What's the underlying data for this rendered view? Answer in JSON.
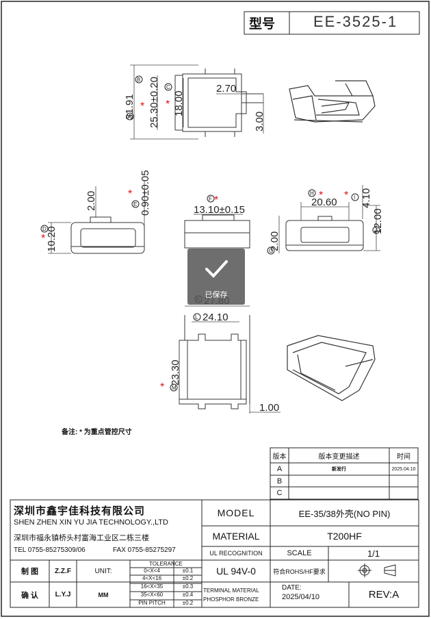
{
  "header": {
    "model_label": "型号",
    "model_value": "EE-3525-1"
  },
  "dims": {
    "d_31_91": "31.91",
    "d_25_30": "25.30±0.20",
    "d_18_00": "18.00",
    "d_2_70": "2.70",
    "d_3_00": "3.00",
    "d_2_00_left": "2.00",
    "d_0_90": "0.90±0.05",
    "d_10_20": "10.20",
    "d_13_10": "13.10±0.15",
    "d_20_60": "20.60",
    "d_4_10": "4.10",
    "d_12_00": "12.00",
    "d_2_00_right": "2.00",
    "d_27_80": "27.80",
    "d_24_10": "24.10",
    "d_23_30": "23.30",
    "d_1_00": "1.00"
  },
  "markers": {
    "a": "A",
    "b": "B",
    "c": "C",
    "d": "D",
    "e": "E",
    "f": "F",
    "g": "G",
    "h": "H",
    "i": "I",
    "j": "J",
    "k": "K",
    "l": "L",
    "m": "M",
    "star": "*"
  },
  "note": "备注: * 为重点管控尺寸",
  "saved_overlay": {
    "label": "已保存"
  },
  "revision": {
    "headers": [
      "版本",
      "版本变更描述",
      "时间"
    ],
    "rows": [
      {
        "ver": "A",
        "desc": "新发行",
        "date": "2025.04.10"
      },
      {
        "ver": "B",
        "desc": "",
        "date": ""
      },
      {
        "ver": "C",
        "desc": "",
        "date": ""
      }
    ]
  },
  "title_block": {
    "company_cn": "深圳市鑫宇佳科技有限公司",
    "company_en": "SHEN ZHEN XIN YU JIA TECHNOLOGY.,LTD",
    "address": "深圳市福永镇桥头村富海工业区二栋三楼",
    "tel": "TEL 0755-85275309/06",
    "fax": "FAX 0755-85275297",
    "model_label": "MODEL",
    "model_value": "EE-35/38外壳(NO PIN)",
    "material_label": "MATERIAL",
    "material_value": "T200HF",
    "ul_label": "UL RECOGNITION",
    "scale_label": "SCALE",
    "scale_value": "1/1",
    "ul_value": "UL 94V-0",
    "rohs": "符合ROHS/HF要求",
    "drawn_label": "制 图",
    "drawn_by": "Z.Z.F",
    "unit_label": "UNIT:",
    "check_label": "确 认",
    "checked_by": "L.Y.J",
    "unit_value": "MM",
    "tolerance_title": "TOLERANCE",
    "tolerance": [
      {
        "range": "0<X<4",
        "tol": "±0.1"
      },
      {
        "range": "4<X<16",
        "tol": "±0.2"
      },
      {
        "range": "16<X<35",
        "tol": "±0.3"
      },
      {
        "range": "35<X<60",
        "tol": "±0.4"
      },
      {
        "range": "PIN PITCH",
        "tol": "±0.2"
      }
    ],
    "terminal_material": "TERMINAL MATERIAL",
    "phosphor_bronze": "PHOSPHOR BRONZE",
    "date_label": "DATE:",
    "date_value": "2025/04/10",
    "rev": "REV:A"
  }
}
